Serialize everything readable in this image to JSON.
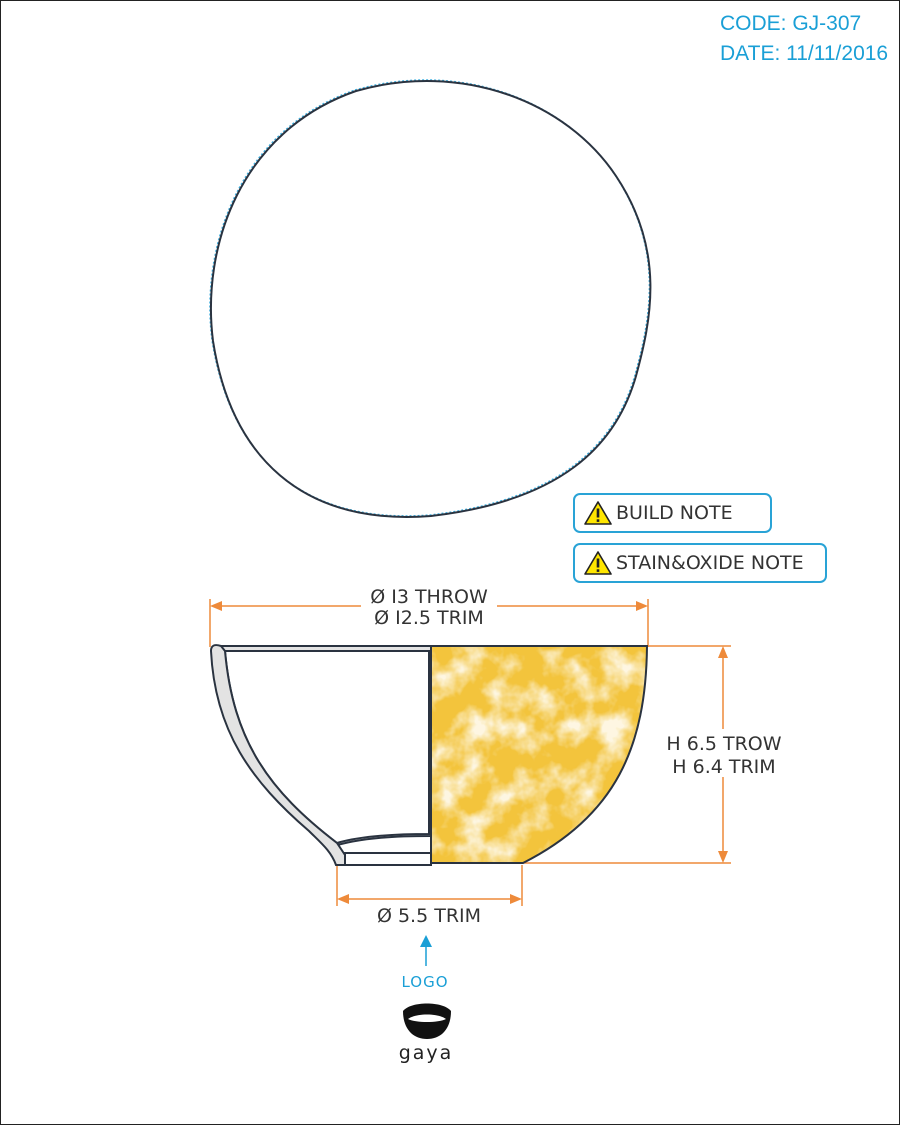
{
  "header": {
    "code": "CODE: GJ-307",
    "date": "DATE: 11/11/2016"
  },
  "notes": {
    "build": "BUILD NOTE",
    "stain_oxide": "STAIN&OXIDE NOTE"
  },
  "dimensions": {
    "diameter_throw": "Ø I3 THROW",
    "diameter_trim": "Ø I2.5 TRIM",
    "height_throw": "H 6.5 TROW",
    "height_trim": "H 6.4 TRIM",
    "foot_trim": "Ø 5.5 TRIM"
  },
  "logo": {
    "label": "LOGO",
    "brand": "gaya"
  },
  "colors": {
    "accent": "#1a9fd6",
    "dimension": "#ee8a3a",
    "outline": "#2a3340",
    "glaze": "#f3c43c",
    "wall": "#e3e3e3"
  }
}
